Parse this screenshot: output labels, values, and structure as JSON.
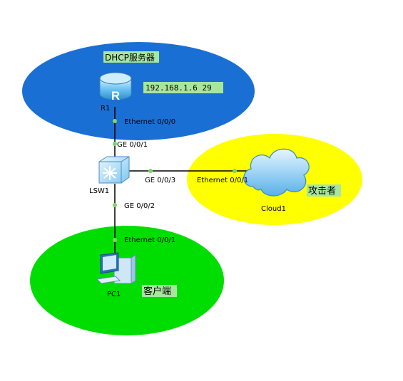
{
  "colors": {
    "server_zone": "#1a6fd4",
    "attacker_zone": "#ffff00",
    "client_zone": "#00dd00",
    "tag_bg": "#a8e6a0",
    "link": "#000000",
    "port_dot": "#7fd36a"
  },
  "zones": {
    "server": {
      "label": "DHCP服务器",
      "info": "192.168.1.6 29"
    },
    "attacker": {
      "label": "攻击者"
    },
    "client": {
      "label": "客户端"
    }
  },
  "devices": {
    "router": {
      "name": "R1",
      "icon": "router-icon"
    },
    "switch": {
      "name": "LSW1",
      "icon": "switch-icon"
    },
    "cloud": {
      "name": "Cloud1",
      "icon": "cloud-icon"
    },
    "pc": {
      "name": "PC1",
      "icon": "pc-icon"
    }
  },
  "links": [
    {
      "from": "R1",
      "to": "LSW1",
      "from_port": "Ethernet 0/0/0",
      "to_port": "GE 0/0/1"
    },
    {
      "from": "LSW1",
      "to": "Cloud1",
      "from_port": "GE 0/0/3",
      "to_port": "Ethernet 0/0/1"
    },
    {
      "from": "LSW1",
      "to": "PC1",
      "from_port": "GE 0/0/2",
      "to_port": "Ethernet 0/0/1"
    }
  ]
}
